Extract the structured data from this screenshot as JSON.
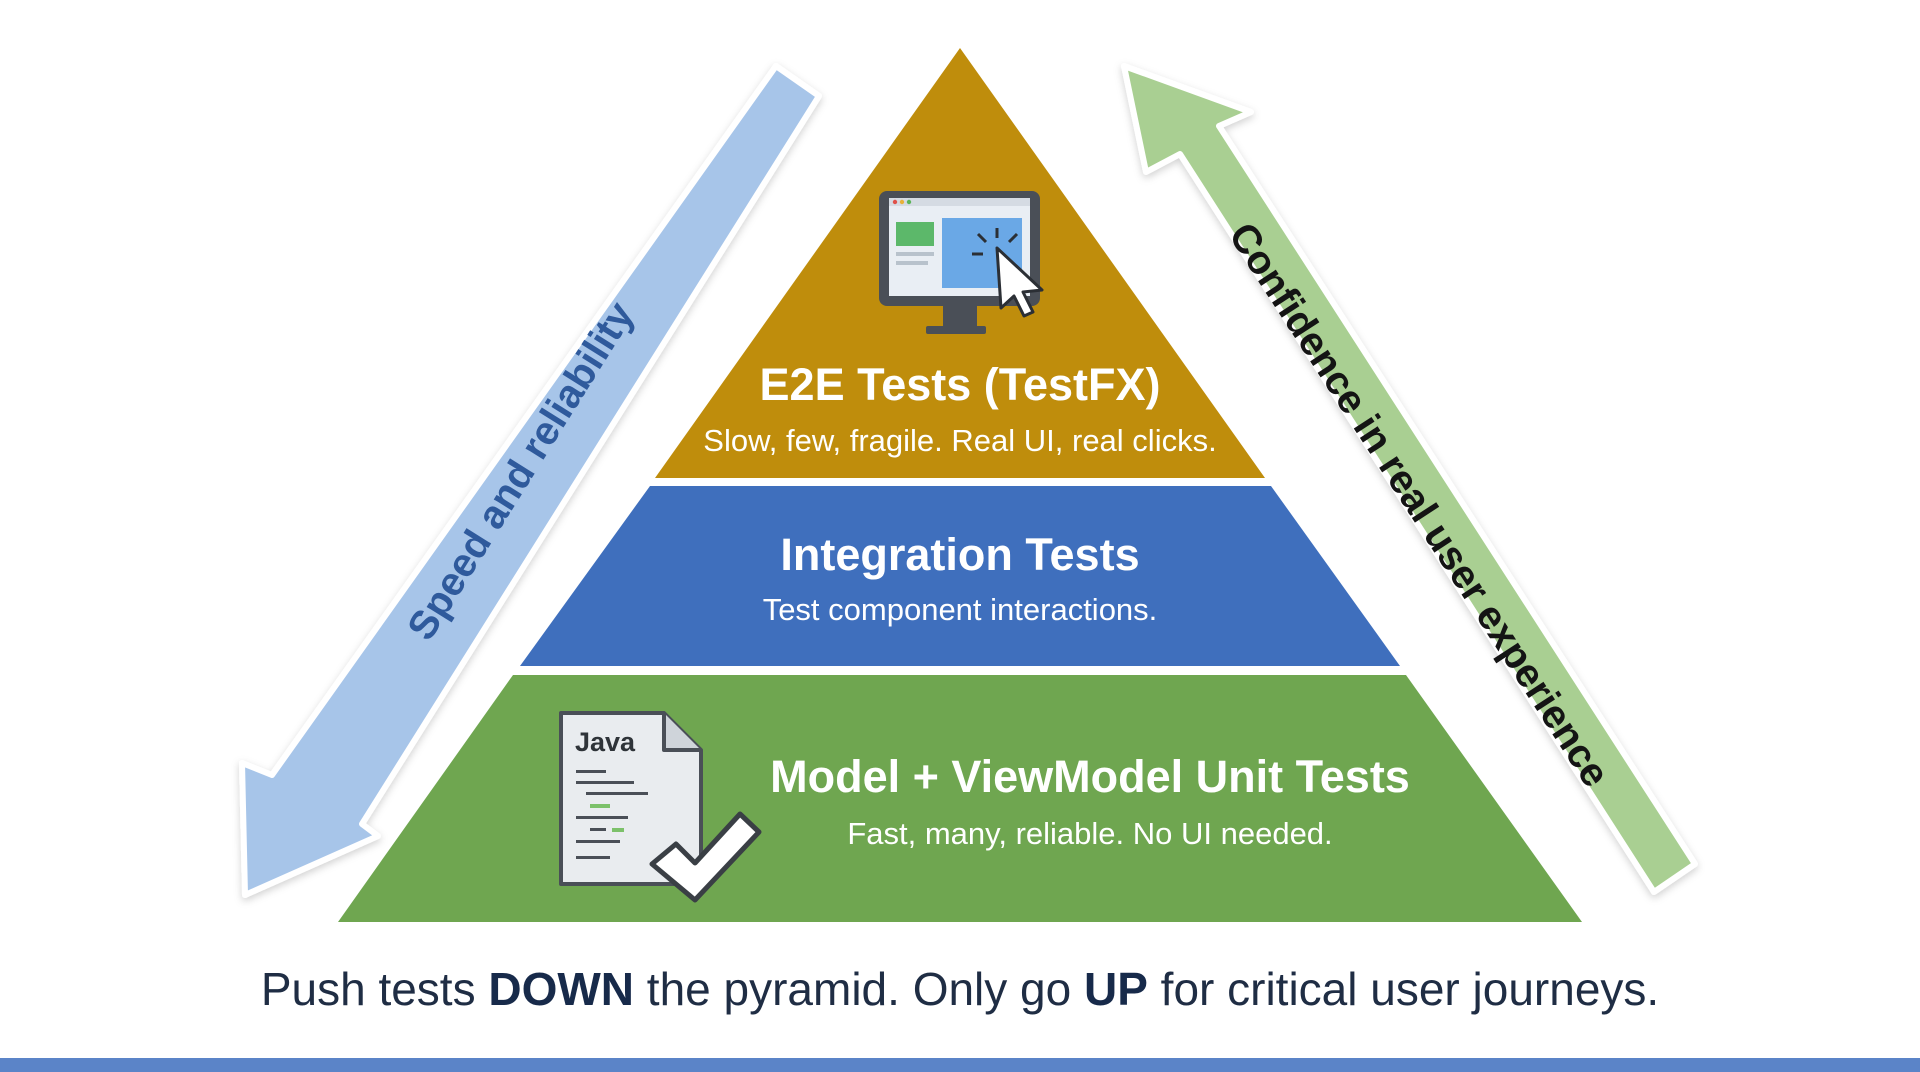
{
  "colors": {
    "top_layer": "#bf8d0c",
    "middle_layer": "#3f6fbd",
    "bottom_layer": "#6fa650",
    "left_arrow": "#a7c5e9",
    "right_arrow": "#a9cf92",
    "left_arrow_text": "#2f5a9c",
    "right_arrow_text": "#141414"
  },
  "pyramid": {
    "top": {
      "title": "E2E Tests (TestFX)",
      "subtitle": "Slow, few, fragile. Real UI, real clicks.",
      "icon": "monitor-click-icon"
    },
    "middle": {
      "title": "Integration Tests",
      "subtitle": "Test component interactions."
    },
    "bottom": {
      "title": "Model + ViewModel Unit Tests",
      "subtitle": "Fast, many, reliable. No UI needed.",
      "icon": "java-file-check-icon",
      "icon_label": "Java"
    }
  },
  "arrows": {
    "left": {
      "label": "Speed and reliability",
      "direction": "down"
    },
    "right": {
      "label": "Confidence in real user experience",
      "direction": "up"
    }
  },
  "footer": {
    "part1": "Push tests ",
    "bold1": "DOWN",
    "part2": " the pyramid. Only go ",
    "bold2": "UP",
    "part3": " for critical user journeys."
  }
}
